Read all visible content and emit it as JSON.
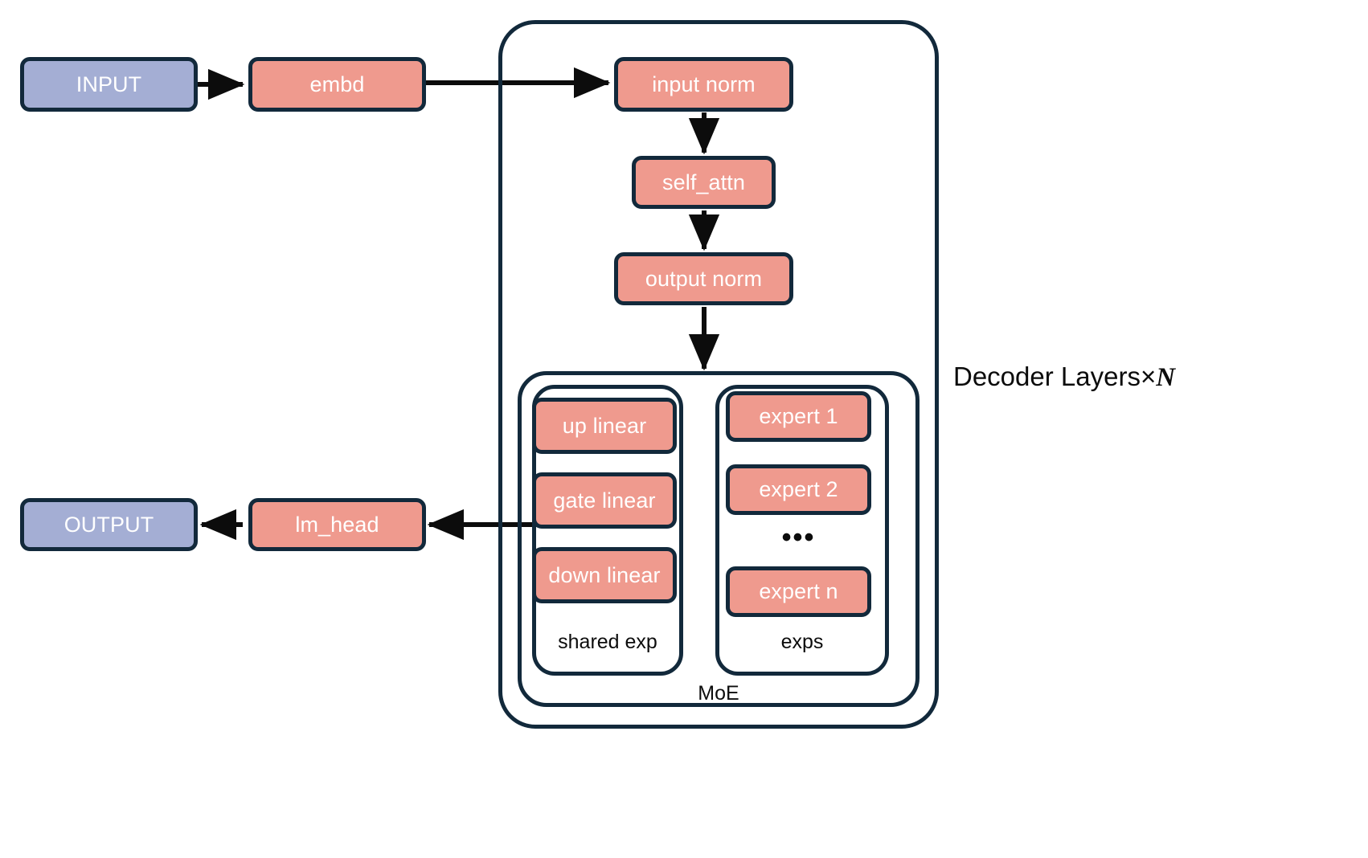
{
  "diagram": {
    "title_label": "Decoder Layers×N",
    "side_label_text": "Decoder Layers×",
    "side_label_symbol": "N",
    "colors": {
      "io_fill": "#a4aed4",
      "module_fill": "#ef9a8e",
      "stroke": "#12293b",
      "text_on_fill": "#ffffff",
      "label_text": "#0c0c0c",
      "background": "#ffffff"
    },
    "nodes": {
      "input": "INPUT",
      "embd": "embd",
      "input_norm": "input norm",
      "self_attn": "self_attn",
      "output_norm": "output norm",
      "up_linear": "up linear",
      "gate_linear": "gate linear",
      "down_linear": "down linear",
      "expert_1": "expert 1",
      "expert_2": "expert 2",
      "expert_ellipsis": "…",
      "expert_n": "expert n",
      "lm_head": "lm_head",
      "output": "OUTPUT"
    },
    "group_labels": {
      "shared_exp": "shared exp",
      "exps": "exps",
      "moe": "MoE"
    },
    "edges": [
      {
        "from": "INPUT",
        "to": "embd"
      },
      {
        "from": "embd",
        "to": "input norm"
      },
      {
        "from": "input norm",
        "to": "self_attn"
      },
      {
        "from": "self_attn",
        "to": "output norm"
      },
      {
        "from": "output norm",
        "to": "MoE"
      },
      {
        "from": "Decoder Layers",
        "to": "lm_head"
      },
      {
        "from": "lm_head",
        "to": "OUTPUT"
      }
    ]
  }
}
